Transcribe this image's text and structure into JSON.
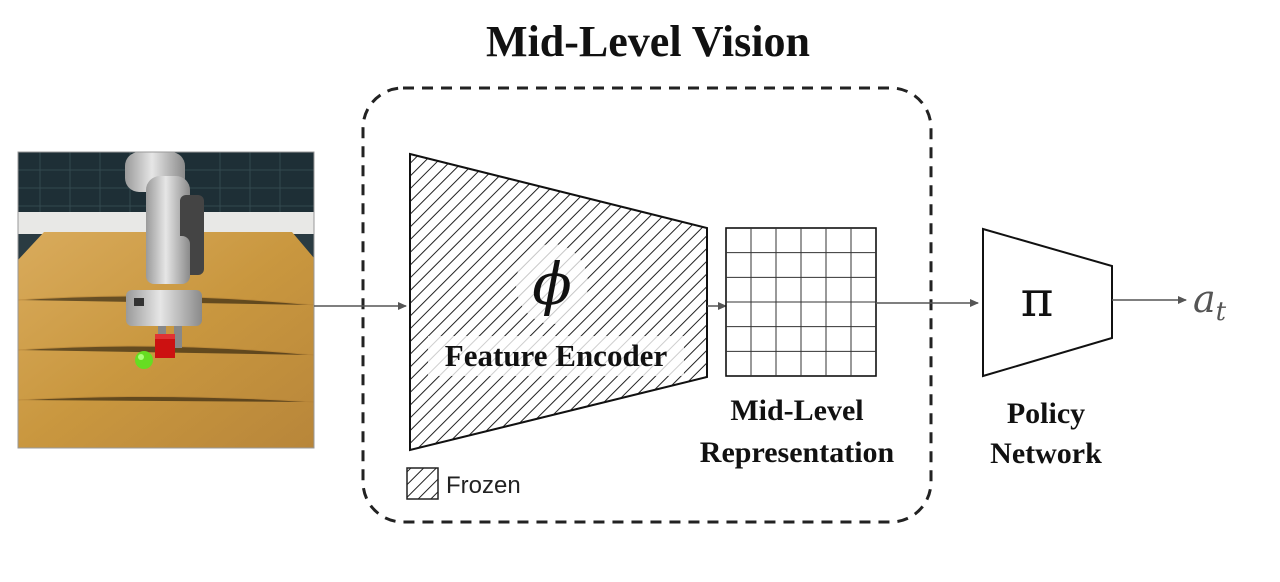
{
  "title": "Mid-Level Vision",
  "encoder": {
    "symbol": "ϕ",
    "label": "Feature Encoder"
  },
  "representation": {
    "label_line1": "Mid-Level",
    "label_line2": "Representation",
    "grid_rows": 6,
    "grid_cols": 6
  },
  "policy": {
    "symbol": "π",
    "label_line1": "Policy",
    "label_line2": "Network"
  },
  "output": {
    "symbol": "a",
    "subscript": "t"
  },
  "legend": {
    "label": "Frozen"
  },
  "colors": {
    "stroke": "#111111",
    "arrow": "#555555",
    "table_wood": "#c99a4e",
    "wall": "#1e2f36",
    "ball": "#66dd22",
    "block": "#cc1111"
  }
}
